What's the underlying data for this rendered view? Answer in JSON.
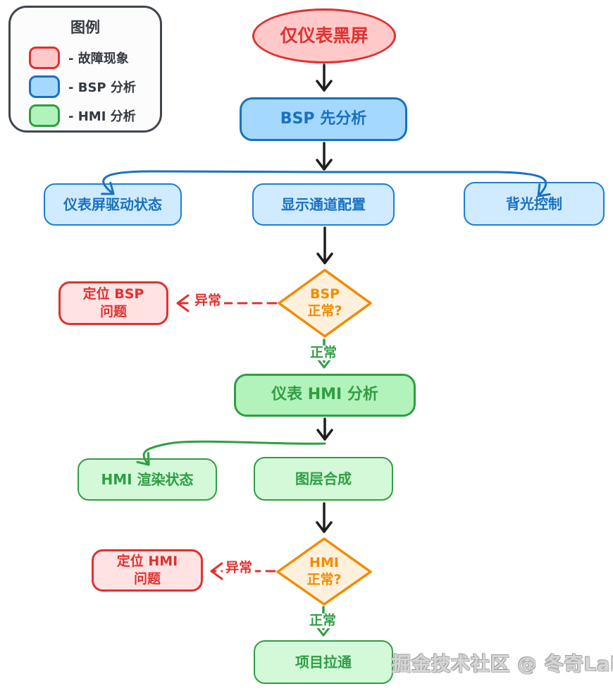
{
  "legend": {
    "title": "图例",
    "items": [
      {
        "label": "- 故障现象",
        "fill": "#ffc9c9",
        "stroke": "#e03131"
      },
      {
        "label": "- BSP 分析",
        "fill": "#a5d8ff",
        "stroke": "#1971c2"
      },
      {
        "label": "- HMI 分析",
        "fill": "#b2f2bb",
        "stroke": "#2f9e44"
      }
    ]
  },
  "nodes": {
    "start": "仅仪表黑屏",
    "bsp_analysis": "BSP 先分析",
    "driver_status": "仪表屏驱动状态",
    "display_channel": "显示通道配置",
    "backlight": "背光控制",
    "bsp_ok": {
      "line1": "BSP",
      "line2": "正常?"
    },
    "locate_bsp": {
      "line1": "定位 BSP",
      "line2": "问题"
    },
    "hmi_analysis": "仪表 HMI 分析",
    "hmi_render": "HMI 渲染状态",
    "layer_compose": "图层合成",
    "hmi_ok": {
      "line1": "HMI",
      "line2": "正常?"
    },
    "locate_hmi": {
      "line1": "定位 HMI",
      "line2": "问题"
    },
    "project_pull": "项目拉通"
  },
  "edge_labels": {
    "bsp_abnormal": "异常",
    "bsp_normal": "正常",
    "hmi_abnormal": "异常",
    "hmi_normal": "正常"
  },
  "watermark": "掘金技术社区 @ 冬奇Lab",
  "colors": {
    "fault_fill": "#ffc9c9",
    "fault_fill_light": "#ffe3e3",
    "fault_stroke": "#e03131",
    "bsp_fill": "#a5d8ff",
    "bsp_fill_light": "#d0ebff",
    "bsp_stroke": "#1971c2",
    "hmi_fill": "#b2f2bb",
    "hmi_fill_light": "#d3f9d8",
    "hmi_stroke": "#2f9e44",
    "decision_fill": "#fdf1dd",
    "decision_stroke": "#f08c00",
    "arrow_black": "#1e1e1e",
    "legend_border": "#40464d"
  }
}
